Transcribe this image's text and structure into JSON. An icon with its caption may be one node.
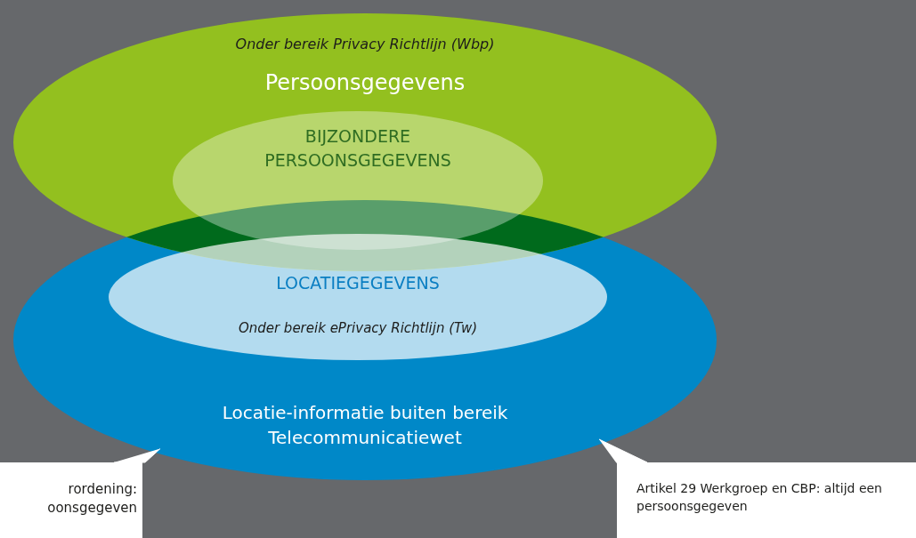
{
  "diagram": {
    "nodes": [
      {
        "text": [
          "Onder bereik Privacy Richtlijn (Wbp)",
          "Persoonsgegevens"
        ]
      },
      {
        "text": [
          "BIJZONDERE PERSOONSGEGEVENS"
        ],
        "in": 0
      },
      {
        "text": [
          "Locatie-informatie buiten bereik Telecommunicatiewet"
        ]
      },
      {
        "text": [
          "LOCATIEGEGEVENS",
          "Onder bereik ePrivacy Richtlijn (Tw)"
        ],
        "in": 2
      },
      {
        "text": [
          "rordening: oonsgegeven"
        ]
      },
      {
        "text": [
          "Artikel 29 Werkgroep en CBP: altijd een persoonsgegeven"
        ]
      }
    ],
    "edges": [
      {
        "from": 4,
        "to": 2,
        "arrow": "none"
      },
      {
        "from": 5,
        "to": 2,
        "arrow": "none"
      }
    ]
  }
}
